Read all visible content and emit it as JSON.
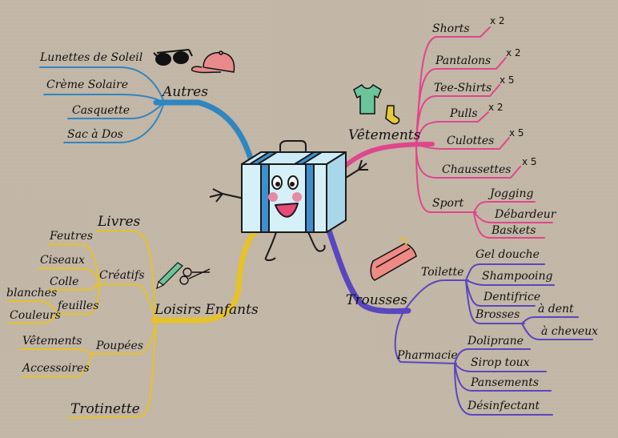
{
  "branches": {
    "autres": {
      "label": "Autres",
      "color": "#2f86c0",
      "items": [
        "Lunettes de Soleil",
        "Crème Solaire",
        "Casquette",
        "Sac à Dos"
      ]
    },
    "vetements": {
      "label": "Vêtements",
      "color": "#e0468c",
      "items": [
        {
          "label": "Shorts",
          "qty": "x 2"
        },
        {
          "label": "Pantalons",
          "qty": "x 2"
        },
        {
          "label": "Tee-Shirts",
          "qty": "x 5"
        },
        {
          "label": "Pulls",
          "qty": "x 2"
        },
        {
          "label": "Culottes",
          "qty": "x 5"
        },
        {
          "label": "Chaussettes",
          "qty": "x 5"
        }
      ],
      "sport": {
        "label": "Sport",
        "items": [
          "Jogging",
          "Débardeur",
          "Baskets"
        ]
      }
    },
    "loisirs": {
      "label": "Loisirs Enfants",
      "color": "#e6c22a",
      "livres": "Livres",
      "creatifs": {
        "label": "Créatifs",
        "items": [
          "Feutres",
          "Ciseaux",
          "Colle"
        ]
      },
      "feuilles": {
        "label": "feuilles",
        "items": [
          "blanches",
          "Couleurs"
        ]
      },
      "poupees": {
        "label": "Poupées",
        "items": [
          "Vêtements",
          "Accessoires"
        ]
      },
      "trotinette": "Trotinette"
    },
    "trousses": {
      "label": "Trousses",
      "color": "#5a46c0",
      "toilette": {
        "label": "Toilette",
        "items": [
          "Gel douche",
          "Shampooing",
          "Dentifrice"
        ],
        "brosses": {
          "label": "Brosses",
          "items": [
            "à dent",
            "à cheveux"
          ]
        }
      },
      "pharmacie": {
        "label": "Pharmacie",
        "items": [
          "Doliprane",
          "Sirop toux",
          "Pansements",
          "Désinfectant"
        ]
      }
    }
  }
}
